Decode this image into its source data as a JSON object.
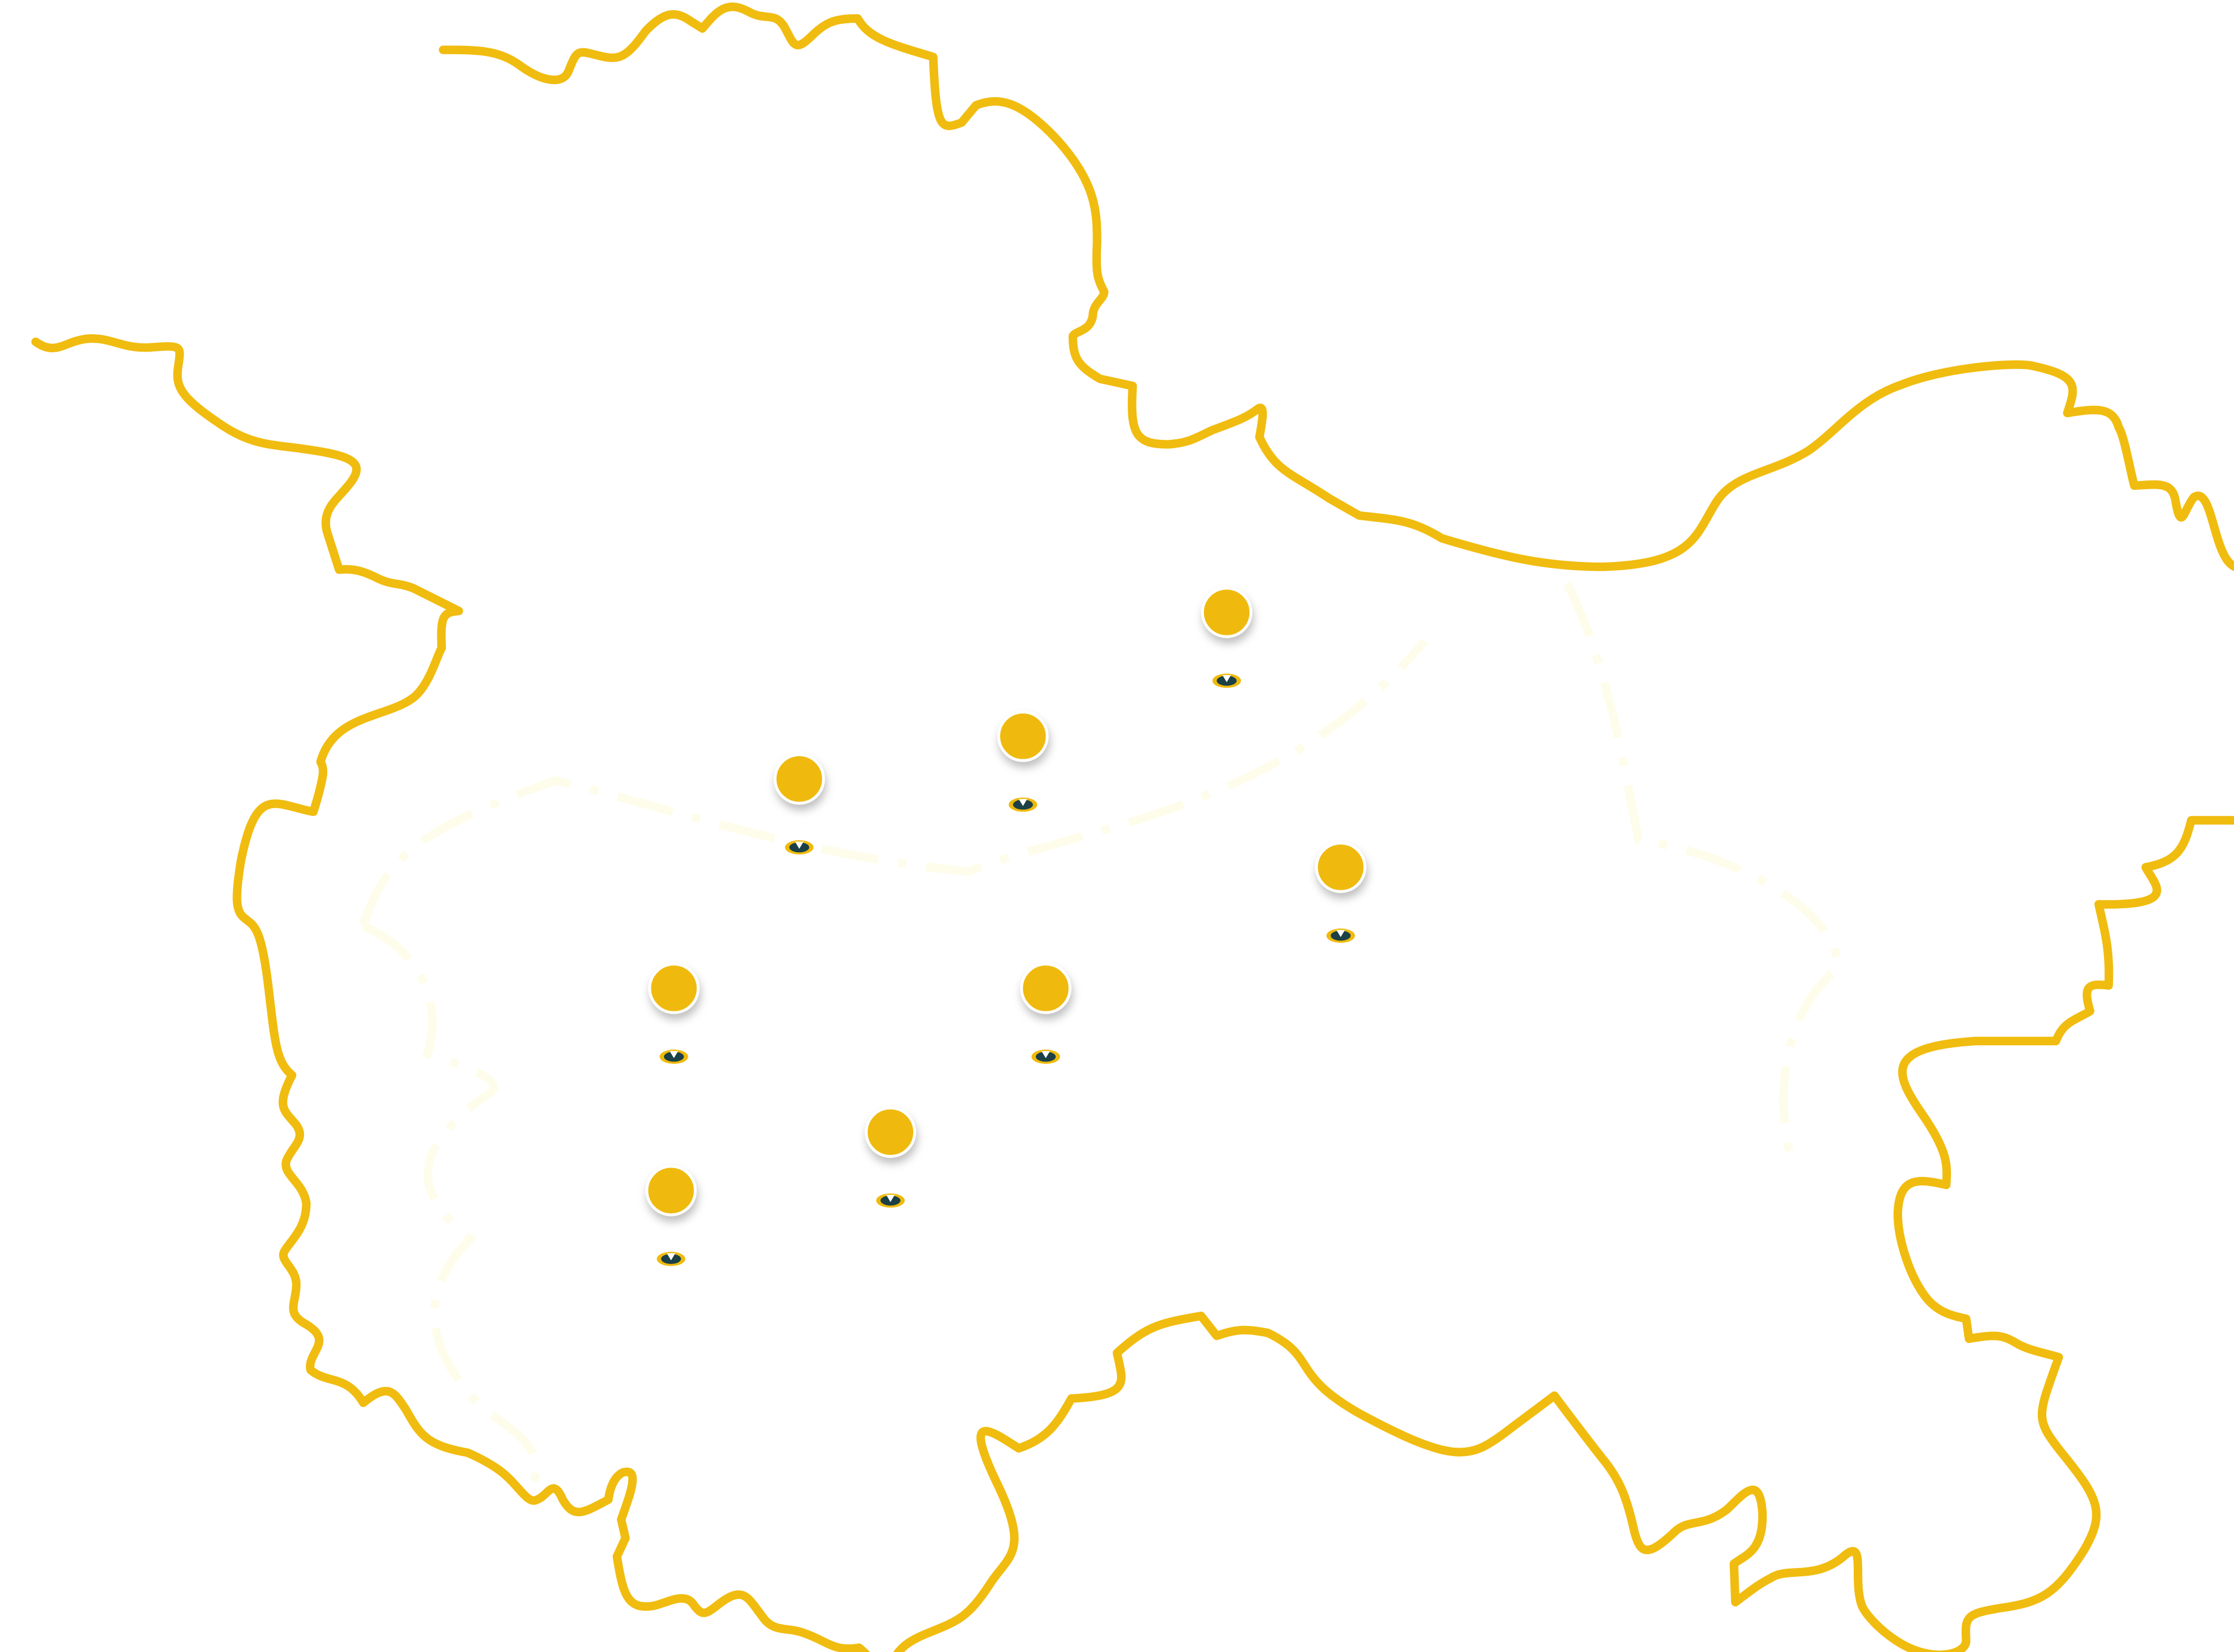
{
  "map": {
    "colors": {
      "border": "#F0BC0F",
      "marker_fill": "#EFBA0C",
      "marker_ring": "#FFFFFF",
      "pin_dark": "#1B4046",
      "inner_dashed": "#FEFDEB",
      "background": "#FFFFFF"
    },
    "markers": [
      {
        "id": "marker-1",
        "icon": "location-dot"
      },
      {
        "id": "marker-2",
        "icon": "location-dot"
      },
      {
        "id": "marker-3",
        "icon": "location-dot"
      },
      {
        "id": "marker-4",
        "icon": "location-dot"
      },
      {
        "id": "marker-5",
        "icon": "location-dot"
      },
      {
        "id": "marker-6",
        "icon": "location-dot"
      },
      {
        "id": "marker-7",
        "icon": "location-dot"
      },
      {
        "id": "marker-8",
        "icon": "location-dot"
      }
    ]
  }
}
